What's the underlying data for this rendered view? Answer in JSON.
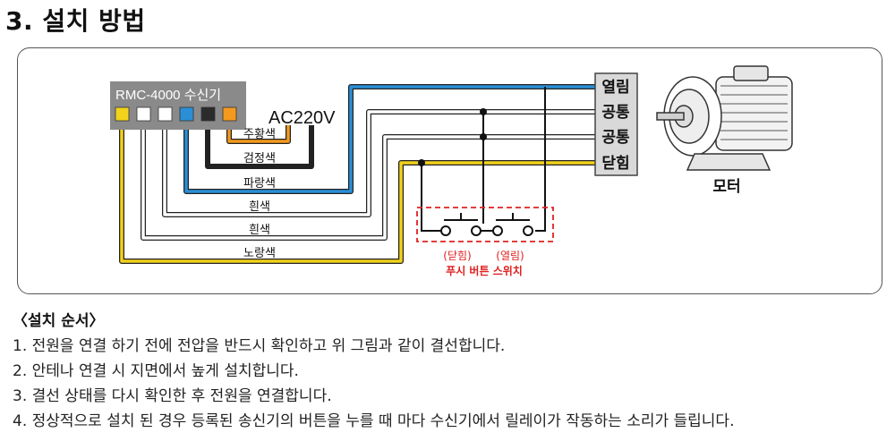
{
  "page": {
    "title": "3. 설치 방법"
  },
  "diagram": {
    "receiver_label": "RMC-4000 수신기",
    "power_label": "AC220V",
    "motor_label": "모터",
    "terminals": [
      "열림",
      "공통",
      "공통",
      "닫힘"
    ],
    "wires": [
      {
        "label": "주황색",
        "color": "#f39a1e"
      },
      {
        "label": "검정색",
        "color": "#2b2b2b"
      },
      {
        "label": "파랑색",
        "color": "#2a8fd6"
      },
      {
        "label": "흰색",
        "color": "#ffffff"
      },
      {
        "label": "흰색",
        "color": "#ffffff"
      },
      {
        "label": "노랑색",
        "color": "#f2d21b"
      }
    ],
    "switch_labels": [
      "(닫힘)",
      "(열림)"
    ],
    "switch_caption": "푸시 버튼 스위치",
    "accent_color": "#e02020"
  },
  "steps": {
    "heading": "〈설치 순서〉",
    "items": [
      "1. 전원을 연결 하기 전에 전압을 반드시 확인하고 위 그림과 같이 결선합니다.",
      "2. 안테나 연결 시 지면에서 높게 설치합니다.",
      "3. 결선 상태를 다시 확인한 후 전원을 연결합니다.",
      "4. 정상적으로 설치 된 경우 등록된 송신기의 버튼을 누를 때 마다 수신기에서 릴레이가 작동하는 소리가 들립니다."
    ]
  }
}
